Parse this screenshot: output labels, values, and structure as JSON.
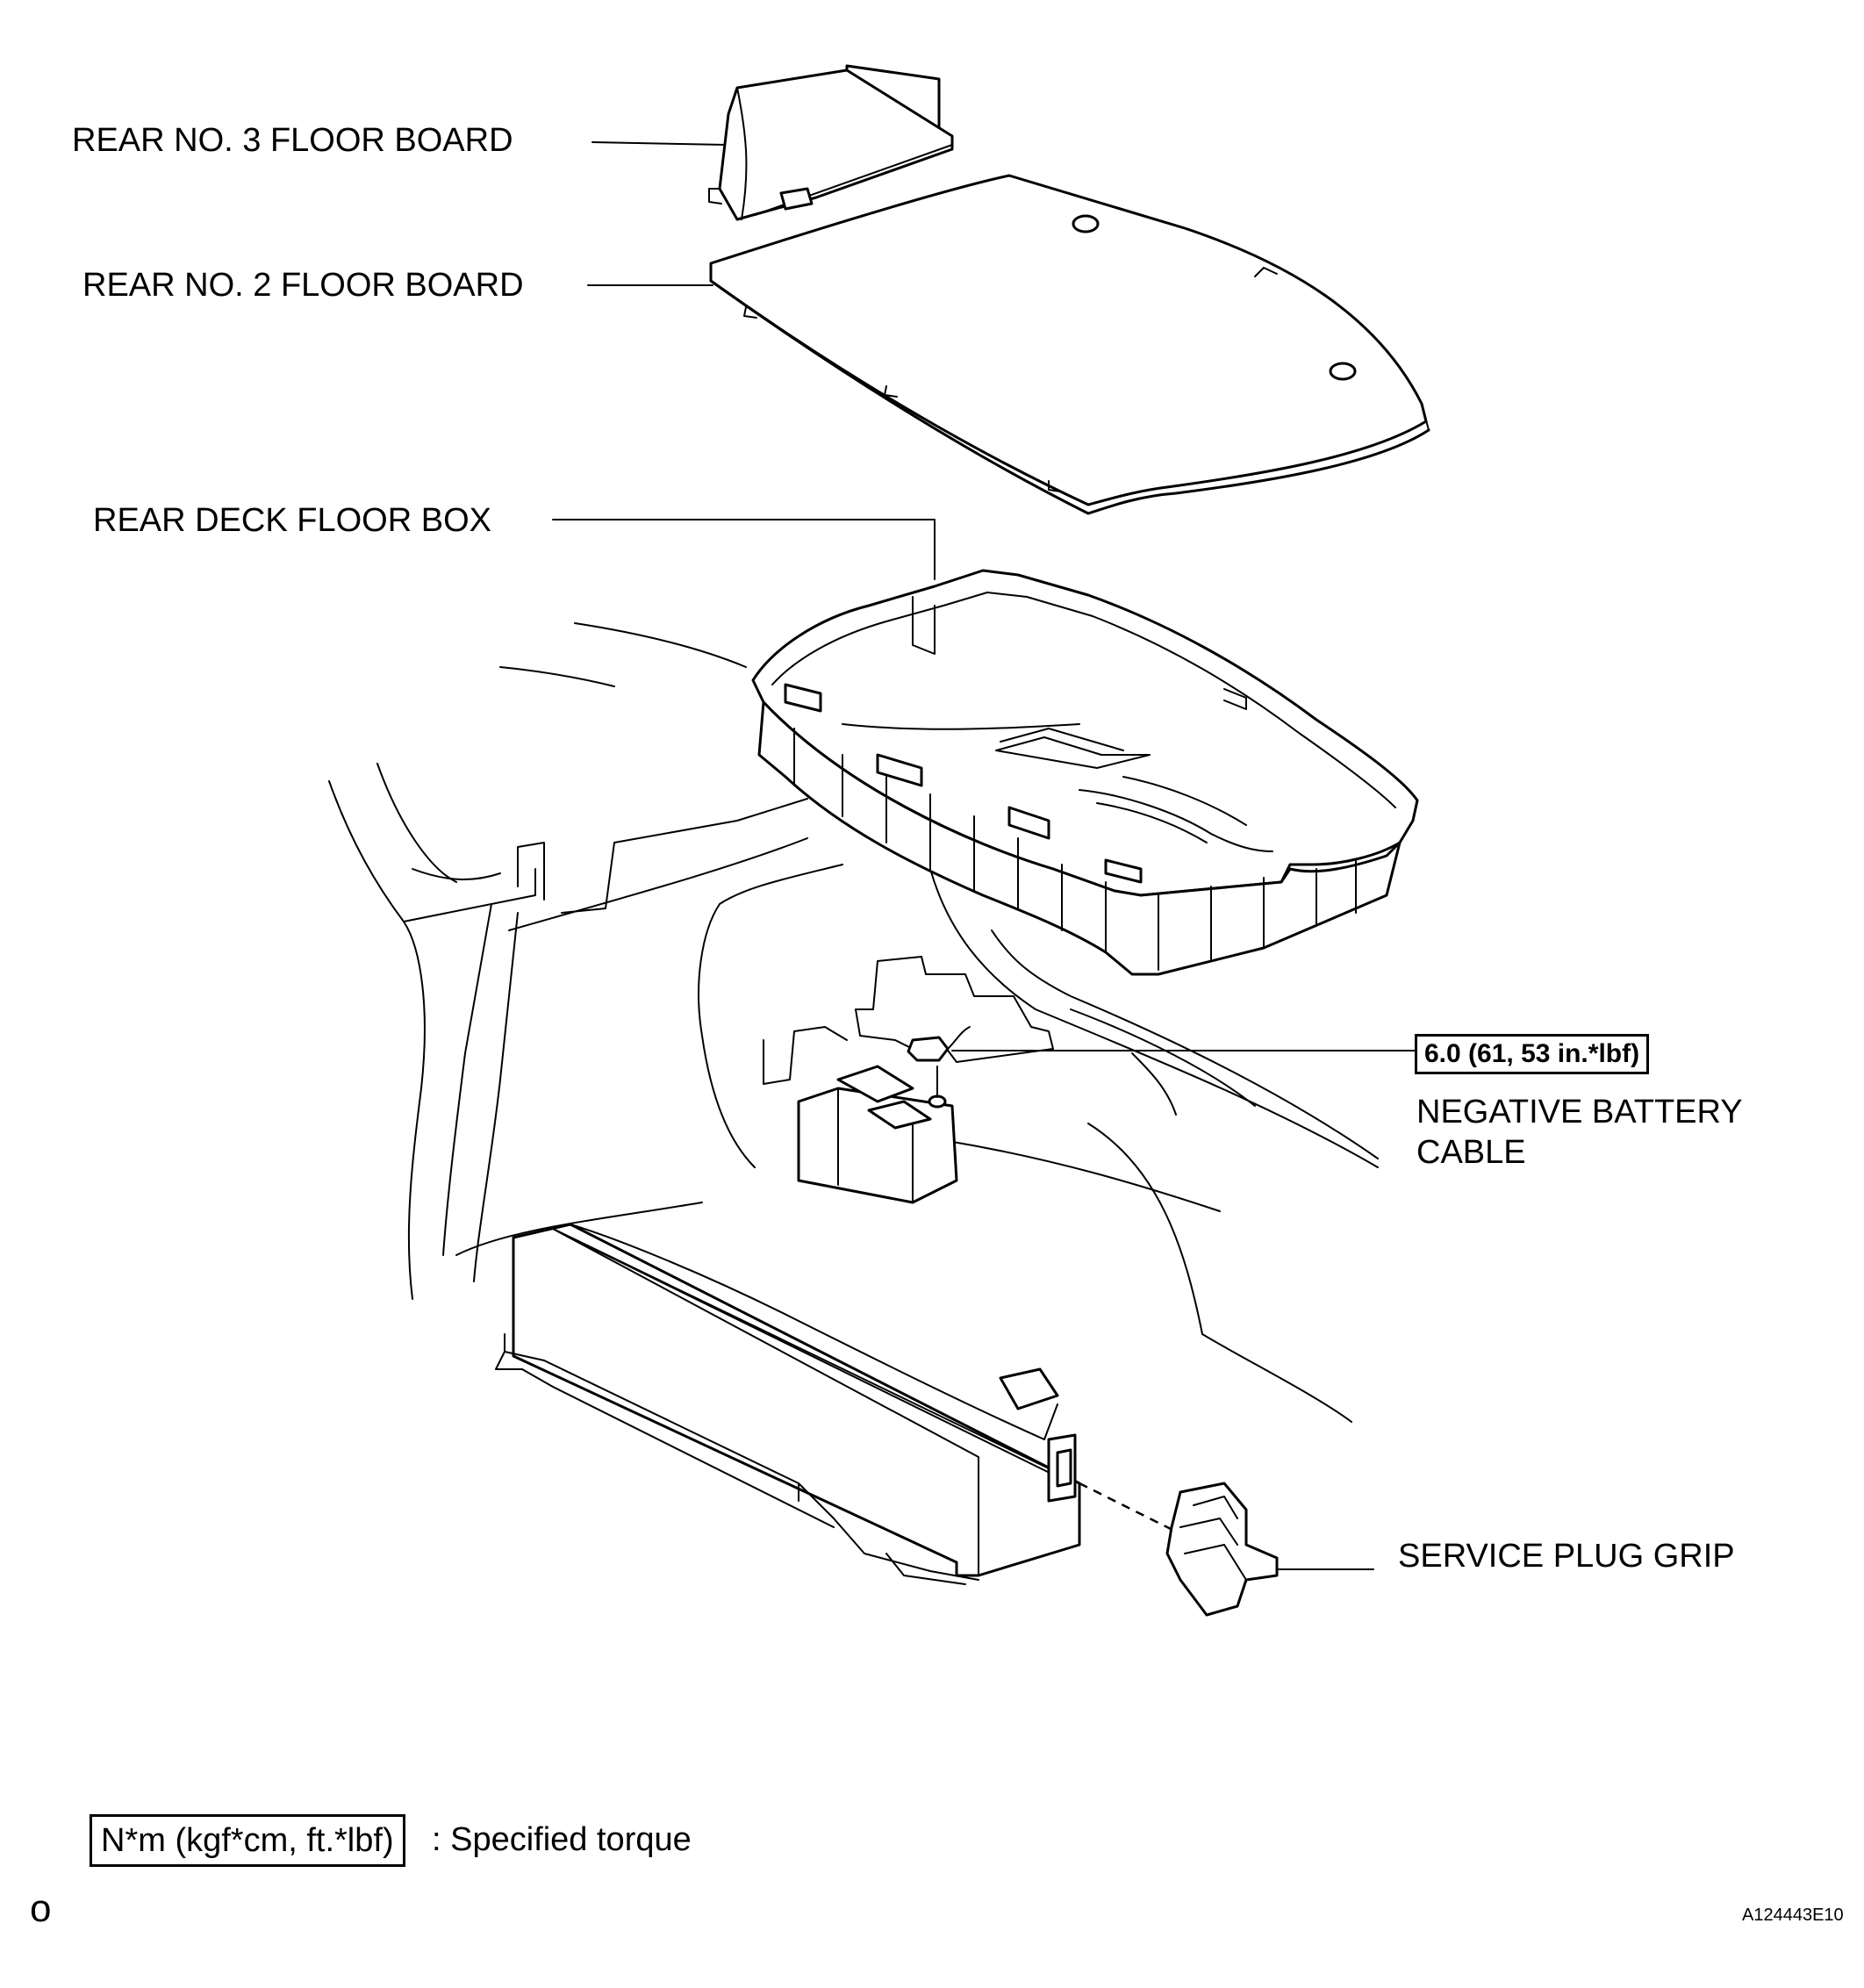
{
  "labels": {
    "rear_no3_floor_board": "REAR NO. 3 FLOOR BOARD",
    "rear_no2_floor_board": "REAR NO. 2 FLOOR BOARD",
    "rear_deck_floor_box": "REAR DECK FLOOR BOX",
    "negative_battery_cable": "NEGATIVE BATTERY\nCABLE",
    "service_plug_grip": "SERVICE PLUG GRIP"
  },
  "torque": {
    "negative_battery_cable": "6.0 (61, 53 in.*lbf)"
  },
  "legend": {
    "unit_box": "N*m (kgf*cm, ft.*lbf)",
    "description": ": Specified torque"
  },
  "corner_mark": "o",
  "figure_id": "A124443E10"
}
